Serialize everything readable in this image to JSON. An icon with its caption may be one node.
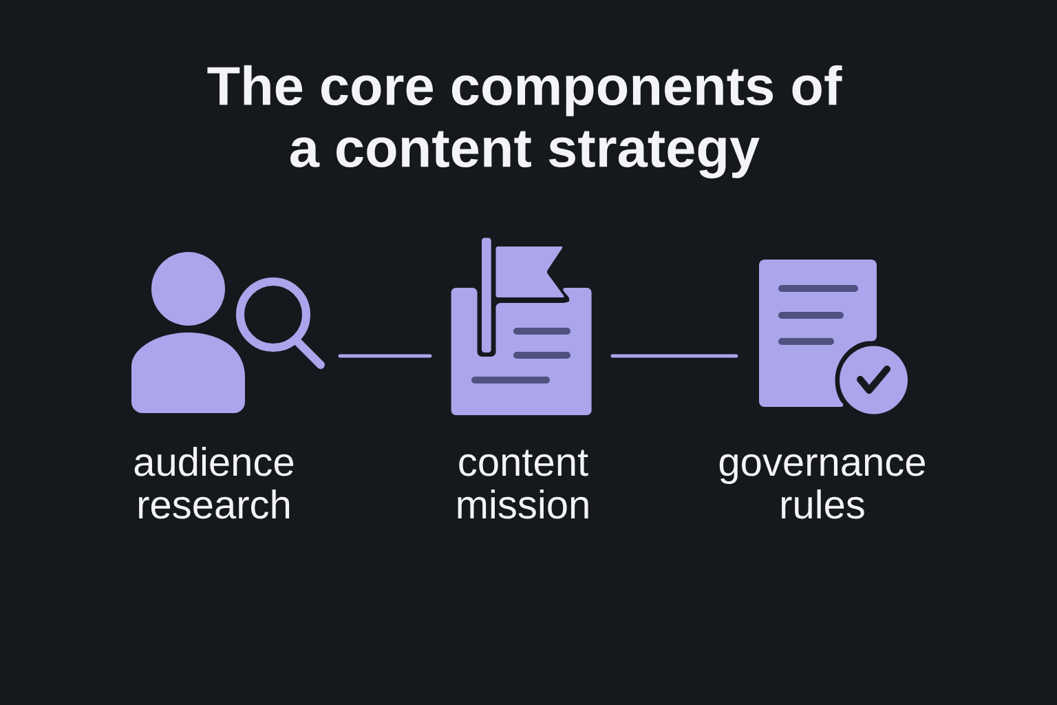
{
  "diagram": {
    "title": "The core components of a content strategy",
    "nodes": [
      {
        "text": [],
        "shape": "picture",
        "beside": [
          "audience research"
        ]
      },
      {
        "text": [],
        "shape": "picture",
        "beside": [
          "content mission"
        ]
      },
      {
        "text": [],
        "shape": "picture",
        "beside": [
          "governance rules"
        ]
      }
    ],
    "edges": [
      {
        "from": 0,
        "to": 1,
        "arrow": "none"
      },
      {
        "from": 1,
        "to": 2,
        "arrow": "none"
      }
    ]
  }
}
